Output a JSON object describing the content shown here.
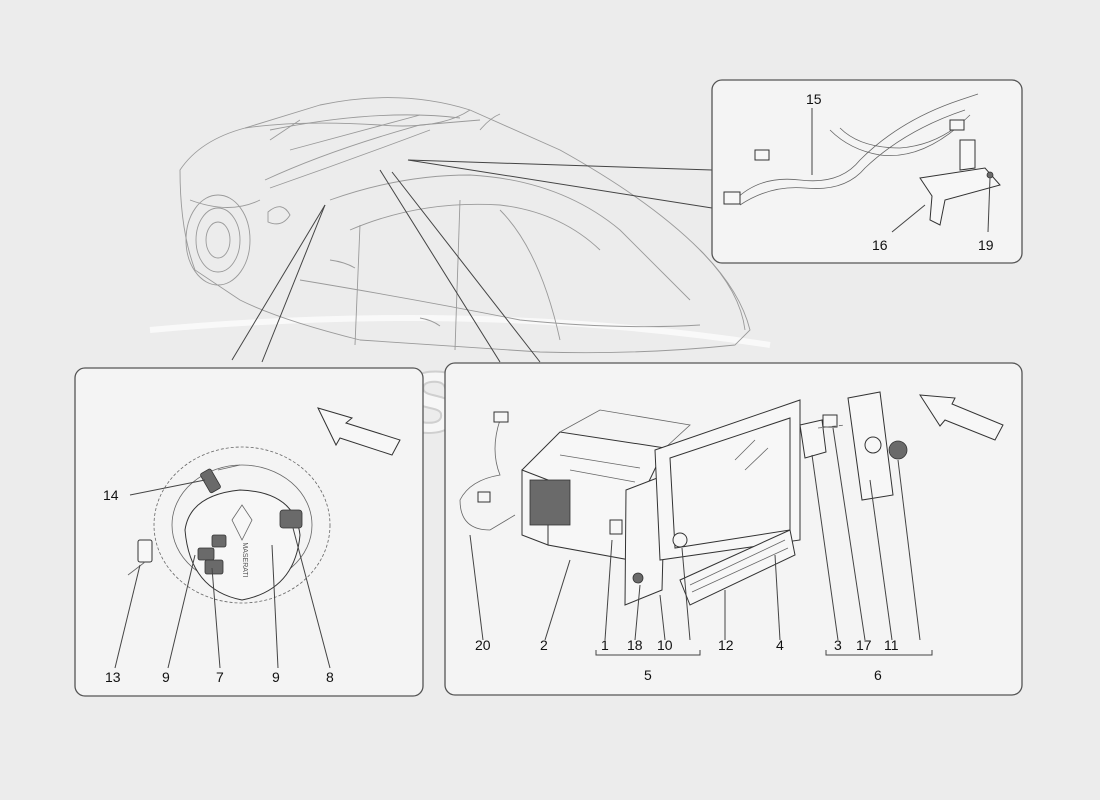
{
  "watermark": "eurospares",
  "callouts": {
    "c1": "1",
    "c2": "2",
    "c3": "3",
    "c4": "4",
    "c5": "5",
    "c6": "6",
    "c7": "7",
    "c8": "8",
    "c9a": "9",
    "c9b": "9",
    "c10": "10",
    "c11": "11",
    "c12": "12",
    "c13": "13",
    "c14": "14",
    "c15": "15",
    "c16": "16",
    "c17": "17",
    "c18": "18",
    "c19": "19",
    "c20": "20"
  }
}
